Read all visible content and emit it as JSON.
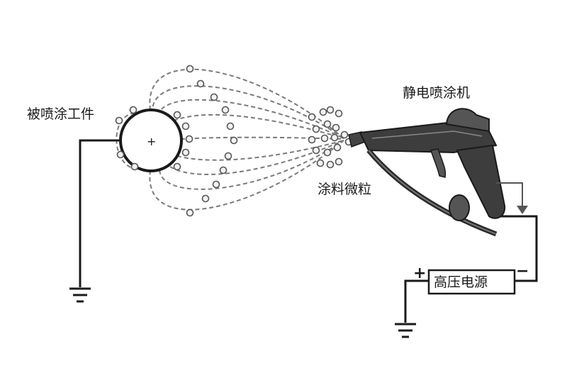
{
  "labels": {
    "workpiece": "被喷涂工件",
    "spray_gun": "静电喷涂机",
    "particles": "涂料微粒",
    "power_supply": "高压电源",
    "plus_sign": "+",
    "minus_sign": "−",
    "center_mark": "+"
  },
  "colors": {
    "stroke": "#222222",
    "field_line": "#777777",
    "particle_fill": "#f2f2f2",
    "gun_body": "#3a3a3a"
  },
  "icons": [
    "ground-symbol-icon",
    "spray-gun-icon"
  ]
}
